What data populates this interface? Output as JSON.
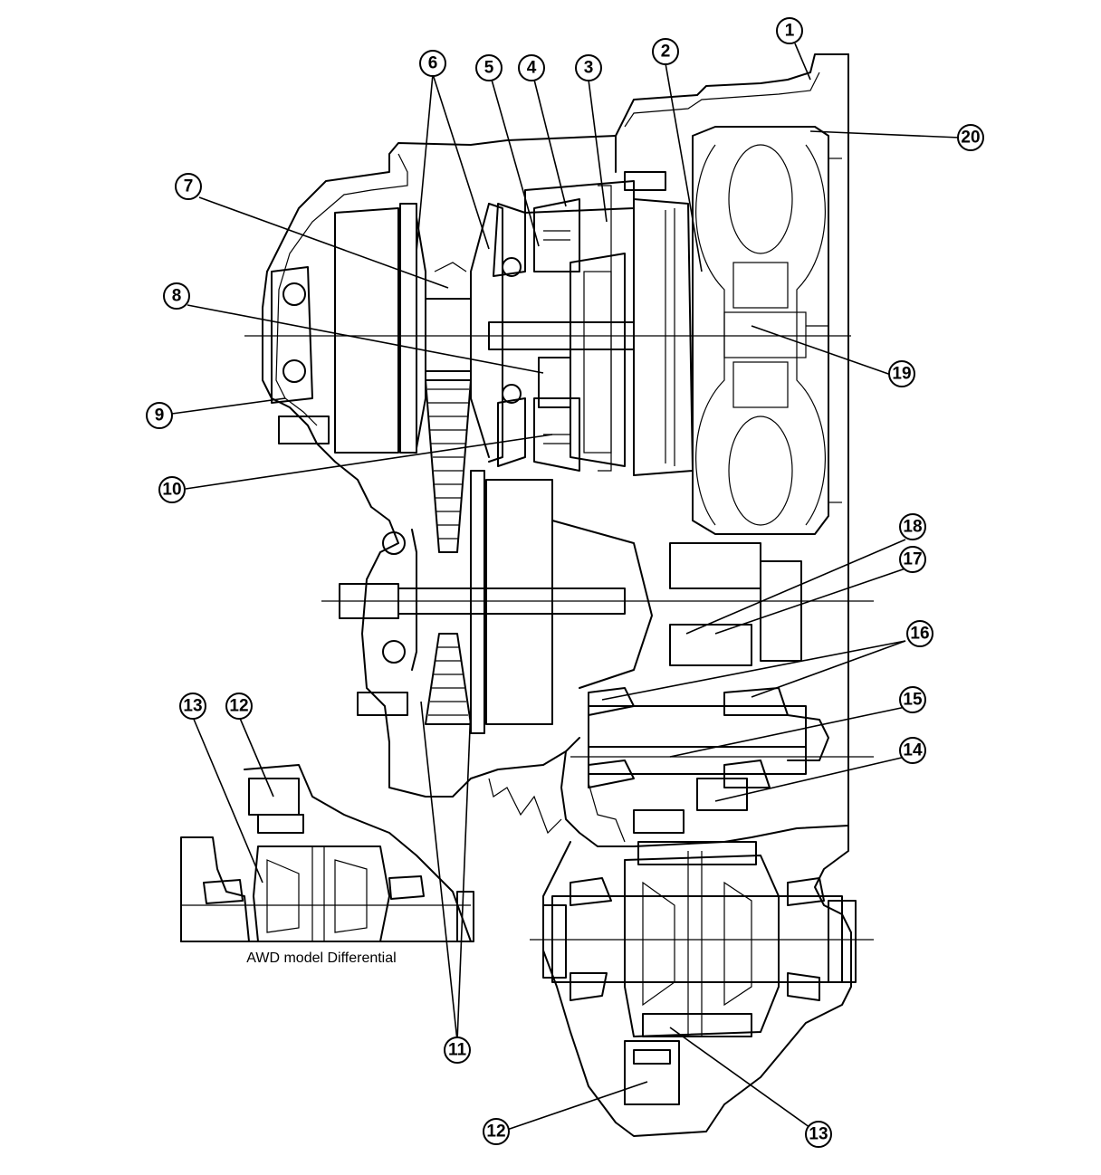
{
  "caption": "AWD model Differential",
  "callouts": [
    {
      "id": "c1",
      "label": "1"
    },
    {
      "id": "c2",
      "label": "2"
    },
    {
      "id": "c3",
      "label": "3"
    },
    {
      "id": "c4",
      "label": "4"
    },
    {
      "id": "c5",
      "label": "5"
    },
    {
      "id": "c6",
      "label": "6"
    },
    {
      "id": "c7",
      "label": "7"
    },
    {
      "id": "c8",
      "label": "8"
    },
    {
      "id": "c9",
      "label": "9"
    },
    {
      "id": "c10",
      "label": "10"
    },
    {
      "id": "c11",
      "label": "11"
    },
    {
      "id": "c12a",
      "label": "12"
    },
    {
      "id": "c12b",
      "label": "12"
    },
    {
      "id": "c13a",
      "label": "13"
    },
    {
      "id": "c13b",
      "label": "13"
    },
    {
      "id": "c14",
      "label": "14"
    },
    {
      "id": "c15",
      "label": "15"
    },
    {
      "id": "c16",
      "label": "16"
    },
    {
      "id": "c17",
      "label": "17"
    },
    {
      "id": "c18",
      "label": "18"
    },
    {
      "id": "c19",
      "label": "19"
    },
    {
      "id": "c20",
      "label": "20"
    }
  ]
}
